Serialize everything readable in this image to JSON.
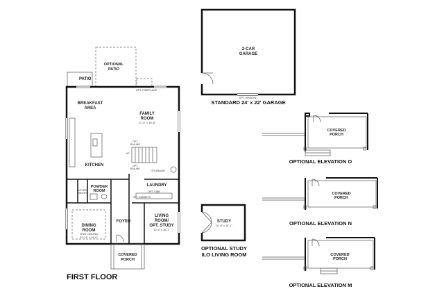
{
  "first_floor": {
    "title": "FIRST FLOOR",
    "patio": "PATIO",
    "optional_patio_1": "OPTIONAL",
    "optional_patio_2": "PATIO",
    "opt_fireplace": "OPT. FIREPLACE",
    "breakfast_area_1": "BREAKFAST",
    "breakfast_area_2": "AREA",
    "family_room_1": "FAMILY",
    "family_room_2": "ROOM",
    "family_room_dim": "17'-3\" x 15'-8\"",
    "opt_railing_1": "OPT.",
    "opt_railing_2": "RAILING",
    "up": "UP",
    "opt_railing_b1": "OPT.",
    "opt_railing_b2": "RAILING",
    "storage": "STORAGE",
    "kitchen": "KITCHEN",
    "butlers_pantry_1": "BUTLERS",
    "butlers_pantry_2": "PANTRY",
    "powder_room_1": "POWDER",
    "powder_room_2": "ROOM",
    "laundry": "LAUNDRY",
    "opt_sink": "OPT. SINK",
    "opt_cabinets": "OPT. CABINETS",
    "dining_room_1": "DINING",
    "dining_room_2": "ROOM",
    "dining_room_3": "TRAY CEILING",
    "dining_room_dim": "10'-11\" x 14'-6\"",
    "foyer": "FOYER",
    "living_room_1": "LIVING",
    "living_room_2": "ROOM/",
    "living_room_3": "OPT. STUDY",
    "living_room_dim": "10'-6\" x 10'-1\"",
    "covered_porch_1": "COVERED",
    "covered_porch_2": "PORCH"
  },
  "garage": {
    "label_1": "2-CAR",
    "label_2": "GARAGE",
    "opt_window": "OPT. WINDOW",
    "caption": "STANDARD 24' x 22' GARAGE"
  },
  "optional_study": {
    "label": "STUDY",
    "dim": "10'-6\" x 10'-1\"",
    "caption_1": "OPTIONAL STUDY",
    "caption_2": "ILO LIVING ROOM"
  },
  "elevation_o": {
    "porch_1": "COVERED",
    "porch_2": "PORCH",
    "caption": "OPTIONAL ELEVATION O"
  },
  "elevation_n": {
    "porch_1": "COVERED",
    "porch_2": "PORCH",
    "caption": "OPTIONAL ELEVATION N"
  },
  "elevation_m": {
    "porch_1": "COVERED",
    "porch_2": "PORCH",
    "caption": "OPTIONAL ELEVATION M"
  }
}
